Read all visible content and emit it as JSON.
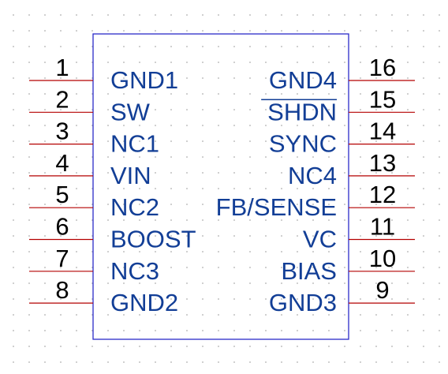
{
  "colors": {
    "pin_line": "#b40000",
    "pin_number": "#000000",
    "pin_name": "#123e96",
    "body_outline": "#2b2bc8",
    "grid_dot": "#c4c4c4",
    "background": "#ffffff"
  },
  "symbol": {
    "left_pins": [
      {
        "number": "1",
        "name": "GND1"
      },
      {
        "number": "2",
        "name": "SW"
      },
      {
        "number": "3",
        "name": "NC1"
      },
      {
        "number": "4",
        "name": "VIN"
      },
      {
        "number": "5",
        "name": "NC2"
      },
      {
        "number": "6",
        "name": "BOOST"
      },
      {
        "number": "7",
        "name": "NC3"
      },
      {
        "number": "8",
        "name": "GND2"
      }
    ],
    "right_pins": [
      {
        "number": "16",
        "name": "GND4"
      },
      {
        "number": "15",
        "name": "SHDN",
        "overbar": true
      },
      {
        "number": "14",
        "name": "SYNC"
      },
      {
        "number": "13",
        "name": "NC4"
      },
      {
        "number": "12",
        "name": "FB/SENSE"
      },
      {
        "number": "11",
        "name": "VC"
      },
      {
        "number": "10",
        "name": "BIAS"
      },
      {
        "number": "9",
        "name": "GND3"
      }
    ]
  }
}
